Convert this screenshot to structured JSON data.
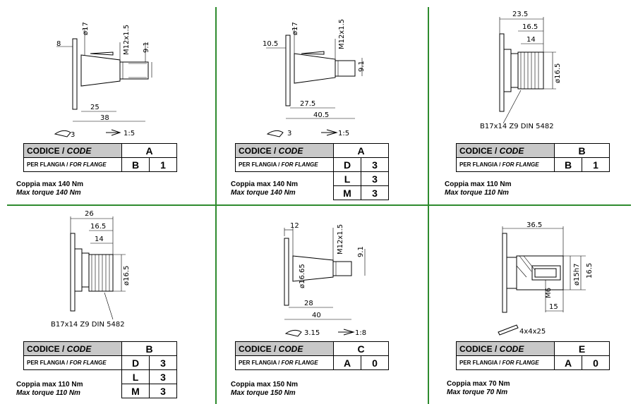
{
  "header_label": "CODICE / ",
  "header_label_en": "CODE",
  "flange_label": "PER FLANGIA / ",
  "flange_label_en": "FOR FLANGE",
  "panels": [
    {
      "code": "A",
      "flanges": [
        [
          "B",
          "1"
        ]
      ],
      "torque_it": "Coppia max 140 Nm",
      "torque_en": "Max torque 140 Nm",
      "dims": {
        "d1": "8",
        "d2": "ø17",
        "d3": "M12x1.5",
        "d4": "9.1",
        "d5": "25",
        "d6": "38",
        "key": "3",
        "taper": "1:5"
      }
    },
    {
      "code": "A",
      "flanges": [
        [
          "D",
          "3"
        ],
        [
          "L",
          "3"
        ],
        [
          "M",
          "3"
        ]
      ],
      "torque_it": "Coppia max 140 Nm",
      "torque_en": "Max torque 140 Nm",
      "dims": {
        "d1": "10.5",
        "d2": "ø17",
        "d3": "M12x1.5",
        "d4": "9.1",
        "d5": "27.5",
        "d6": "40.5",
        "key": "3",
        "taper": "1:5"
      }
    },
    {
      "code": "B",
      "flanges": [
        [
          "B",
          "1"
        ]
      ],
      "torque_it": "Coppia max 110 Nm",
      "torque_en": "Max torque 110 Nm",
      "dims": {
        "d1": "23.5",
        "d2": "16.5",
        "d3": "14",
        "d4": "ø16.5",
        "spline": "B17x14 Z9 DIN 5482"
      }
    },
    {
      "code": "B",
      "flanges": [
        [
          "D",
          "3"
        ],
        [
          "L",
          "3"
        ],
        [
          "M",
          "3"
        ]
      ],
      "torque_it": "Coppia max 110 Nm",
      "torque_en": "Max torque 110 Nm",
      "dims": {
        "d1": "26",
        "d2": "16.5",
        "d3": "14",
        "d4": "ø16.5",
        "spline": "B17x14 Z9 DIN 5482"
      }
    },
    {
      "code": "C",
      "flanges": [
        [
          "A",
          "0"
        ]
      ],
      "torque_it": "Coppia max 150 Nm",
      "torque_en": "Max torque 150 Nm",
      "dims": {
        "d1": "12",
        "d2": "ø16.65",
        "d3": "M12x1.5",
        "d4": "9.1",
        "d5": "28",
        "d6": "40",
        "key": "3.15",
        "taper": "1:8"
      }
    },
    {
      "code": "E",
      "flanges": [
        [
          "A",
          "0"
        ]
      ],
      "torque_it": "Coppia max 70 Nm",
      "torque_en": "Max torque 70 Nm",
      "dims": {
        "d1": "36.5",
        "d2": "ø15h7",
        "d3": "16.5",
        "d4": "M6",
        "d5": "15",
        "key": "4x4x25"
      }
    }
  ]
}
